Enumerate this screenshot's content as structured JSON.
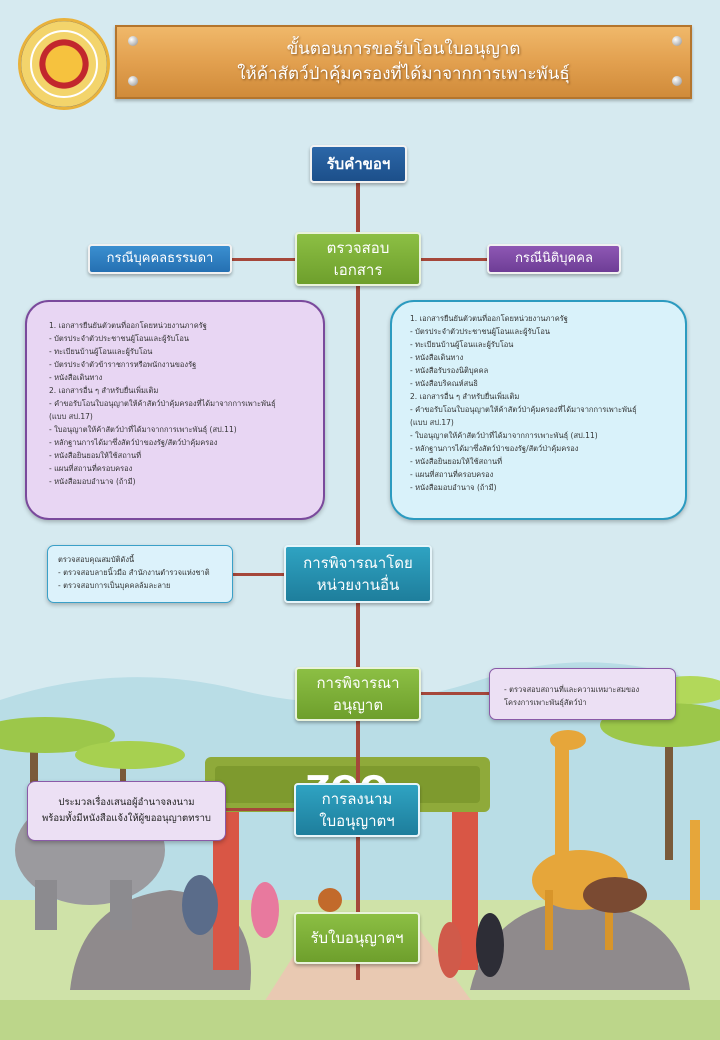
{
  "header": {
    "title_line1": "ขั้นตอนการขอรับโอนใบอนุญาต",
    "title_line2": "ให้ค้าสัตว์ป่าคุ้มครองที่ได้มาจากการเพาะพันธุ์"
  },
  "steps": {
    "receive_request": "รับคำขอฯ",
    "check_documents_line1": "ตรวจสอบ",
    "check_documents_line2": "เอกสาร",
    "other_agency_line1": "การพิจารณาโดย",
    "other_agency_line2": "หน่วยงานอื่น",
    "approval_line1": "การพิจารณา",
    "approval_line2": "อนุญาต",
    "signing_line1": "การลงนาม",
    "signing_line2": "ใบอนุญาตฯ",
    "receive_license": "รับใบอนุญาตฯ"
  },
  "cases": {
    "individual": "กรณีบุคคลธรรมดา",
    "juristic": "กรณีนิติบุคคล"
  },
  "individual_docs": [
    "1. เอกสารยืนยันตัวตนที่ออกโดยหน่วยงานภาครัฐ",
    "- บัตรประจำตัวประชาชนผู้โอนและผู้รับโอน",
    "- ทะเบียนบ้านผู้โอนและผู้รับโอน",
    "- บัตรประจำตัวข้าราชการหรือพนักงานของรัฐ",
    "- หนังสือเดินทาง",
    "2. เอกสารอื่น ๆ สำหรับยื่นเพิ่มเติม",
    "- คำขอรับโอนใบอนุญาตให้ค้าสัตว์ป่าคุ้มครองที่ได้มาจากการเพาะพันธุ์",
    "(แบบ สป.17)",
    "- ใบอนุญาตให้ค้าสัตว์ป่าที่ได้มาจากการเพาะพันธุ์ (สป.11)",
    "- หลักฐานการได้มาซึ่งสัตว์ป่าของรัฐ/สัตว์ป่าคุ้มครอง",
    "- หนังสือยินยอมให้ใช้สถานที่",
    "- แผนที่สถานที่ครอบครอง",
    "- หนังสือมอบอำนาจ (ถ้ามี)"
  ],
  "juristic_docs": [
    "1. เอกสารยืนยันตัวตนที่ออกโดยหน่วยงานภาครัฐ",
    "- บัตรประจำตัวประชาชนผู้โอนและผู้รับโอน",
    "- ทะเบียนบ้านผู้โอนและผู้รับโอน",
    "- หนังสือเดินทาง",
    "- หนังสือรับรองนิติบุคคล",
    "- หนังสือบริคณห์สนธิ",
    "2. เอกสารอื่น ๆ สำหรับยื่นเพิ่มเติม",
    "- คำขอรับโอนใบอนุญาตให้ค้าสัตว์ป่าคุ้มครองที่ได้มาจากการเพาะพันธุ์",
    "(แบบ สป.17)",
    "- ใบอนุญาตให้ค้าสัตว์ป่าที่ได้มาจากการเพาะพันธุ์ (สป.11)",
    "- หลักฐานการได้มาซึ่งสัตว์ป่าของรัฐ/สัตว์ป่าคุ้มครอง",
    "- หนังสือยินยอมให้ใช้สถานที่",
    "- แผนที่สถานที่ครอบครอง",
    "- หนังสือมอบอำนาจ (ถ้ามี)"
  ],
  "qualification_notes": [
    "ตรวจสอบคุณสมบัติดังนี้",
    "- ตรวจสอบลายนิ้วมือ สำนักงานตำรวจแห่งชาติ",
    "- ตรวจสอบการเป็นบุคคลล้มละลาย"
  ],
  "approval_notes": [
    "- ตรวจสอบสถานที่และความเหมาะสมของ",
    "โครงการเพาะพันธุ์สัตว์ป่า"
  ],
  "signing_notes": [
    "ประมวลเรื่องเสนอผู้อำนาจลงนาม",
    "พร้อมทั้งมีหนังสือแจ้งให้ผู้ขออนุญาตทราบ"
  ],
  "zoo_sign": "ZOO",
  "colors": {
    "connector": "#a5473a",
    "navy": "#1c4f8a",
    "green": "#7aad36",
    "teal": "#2391b0",
    "blue": "#2f80c2",
    "purple": "#7a4aa2",
    "banner": "#e2a04f"
  }
}
